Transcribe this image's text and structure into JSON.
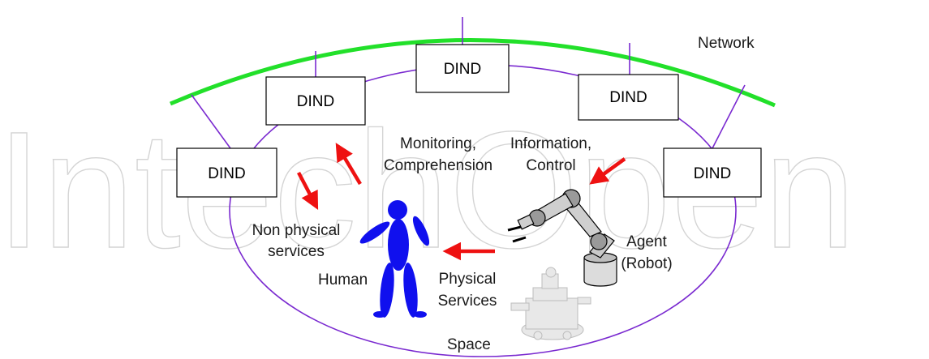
{
  "watermark": "IntechOpen",
  "network_label": "Network",
  "space_label": "Space",
  "node_label": "DIND",
  "labels": {
    "monitoring_1": "Monitoring,",
    "monitoring_2": "Comprehension",
    "information_1": "Information,",
    "information_2": "Control",
    "nonphysical_1": "Non physical",
    "nonphysical_2": "services",
    "physical_1": "Physical",
    "physical_2": "Services",
    "human": "Human",
    "agent_1": "Agent",
    "agent_2": "(Robot)"
  },
  "colors": {
    "network": "#22e02a",
    "space_outline": "#7a2ad0",
    "arrow": "#ee1111",
    "human": "#1010ee"
  }
}
